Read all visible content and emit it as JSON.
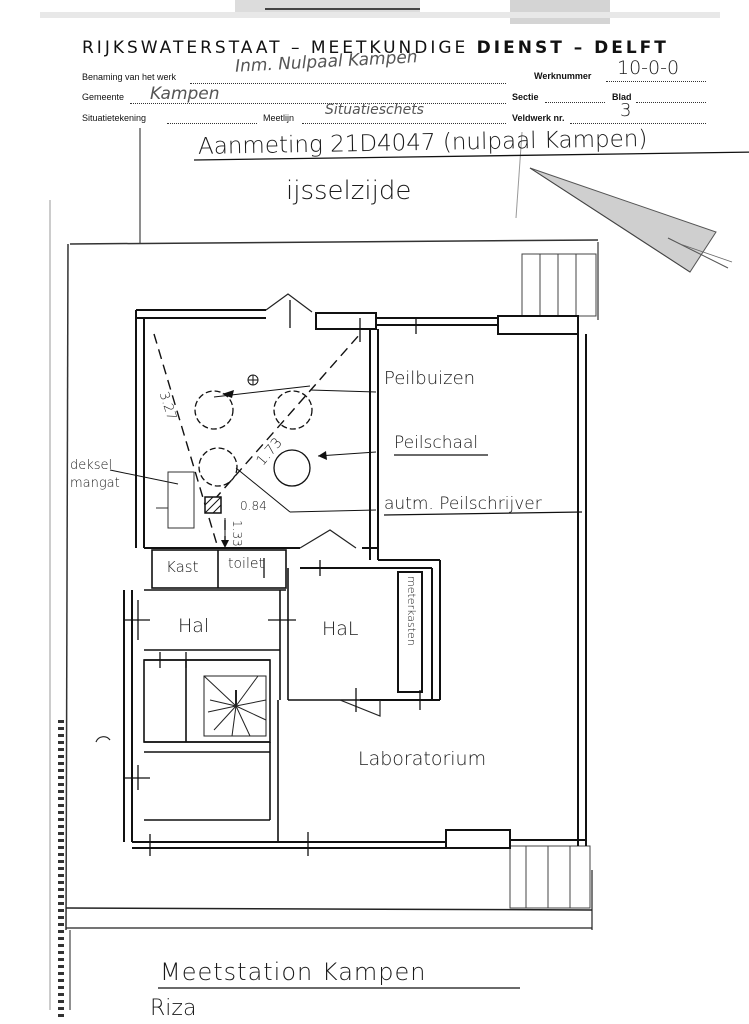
{
  "header": {
    "org_prefix": "RIJKSWATERSTAAT – MEETKUNDIGE ",
    "org_suffix": "DIENST – DELFT",
    "labels": {
      "benaming": "Benaming van het werk",
      "gemeente": "Gemeente",
      "situatietekening": "Situatietekening",
      "meetlijn": "Meetlijn",
      "werknummer": "Werknummer",
      "sectie": "Sectie",
      "blad": "Blad",
      "veldwerk": "Veldwerk nr."
    },
    "values": {
      "benaming": "Inm. Nulpaal Kampen",
      "gemeente": "Kampen",
      "meetlijn": "Situatieschets",
      "werknummer": "10-0-0",
      "veldwerk": "3"
    }
  },
  "annotations": {
    "aanmeting": "Aanmeting 21D4047 (nulpaal Kampen)",
    "ijsselzijde": "ijsselzijde",
    "peilbuizen": "Peilbuizen",
    "peilschaal": "Peilschaal",
    "peilschrijver": "autm. Peilschrijver",
    "deksel": "deksel",
    "mangat": "mangat",
    "dim_3_27": "3.27",
    "dim_1_73": "1.73",
    "dim_0_84": "0.84",
    "dim_1_33": "1.33"
  },
  "rooms": {
    "kast": "Kast",
    "toilet": "toilet",
    "hal_left": "Hal",
    "hal_right": "HaL",
    "meterkasten": "meterkasten",
    "laboratorium": "Laboratorium"
  },
  "footer": {
    "title": "Meetstation Kampen",
    "signature": "Riza"
  }
}
